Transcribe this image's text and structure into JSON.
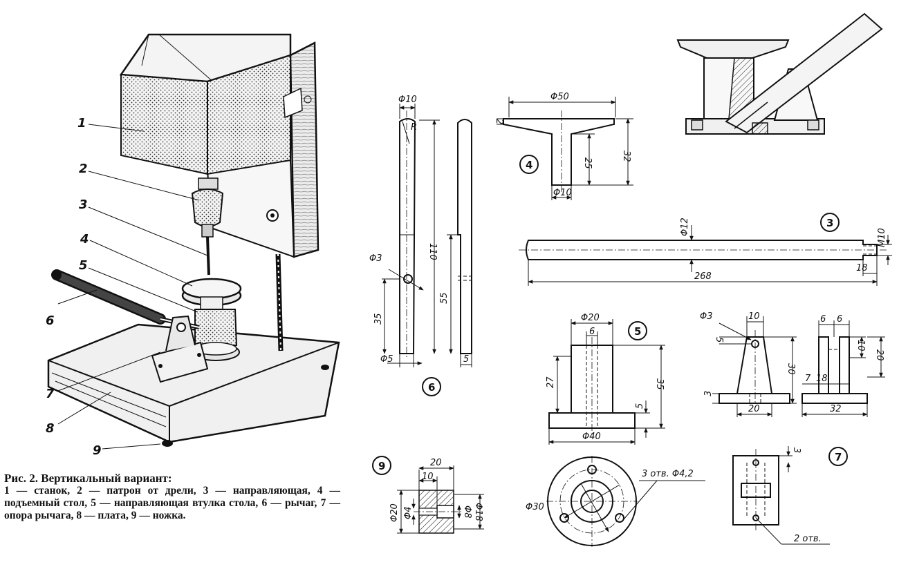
{
  "caption": {
    "title": "Рис. 2. Вертикальный вариант:",
    "body": "1 — станок, 2 — патрон от дрели, 3 — направляющая, 4 — подъемный стол, 5 — направляющая втулка стола, 6 — рычаг, 7 — опора рычага, 8 — плата, 9 — ножка."
  },
  "labels": {
    "p1": "1",
    "p2": "2",
    "p3": "3",
    "p4": "4",
    "p5": "5",
    "p6": "6",
    "p7": "7",
    "p8": "8",
    "p9": "9"
  },
  "circled": {
    "c3": "3",
    "c4": "4",
    "c5": "5",
    "c6": "6",
    "c7": "7",
    "c9": "9"
  },
  "dims": {
    "lever_d10": "Φ10",
    "lever_d3": "Φ3",
    "lever_d5": "Φ5",
    "lever_110": "110",
    "lever_35": "35",
    "lever_55": "55",
    "lever_5": "5",
    "lever_r": "R",
    "table_d50": "Φ50",
    "table_2": "2",
    "table_25": "25",
    "table_32": "32",
    "table_d10": "Φ10",
    "guide_d12": "Φ12",
    "guide_m10": "M10",
    "guide_18": "18",
    "guide_268": "268",
    "sleeve_d20": "Φ20",
    "sleeve_6": "6",
    "sleeve_27": "27",
    "sleeve_35": "35",
    "sleeve_5": "5",
    "sleeve_d40": "Φ40",
    "support_d3": "Φ3",
    "support_10": "10",
    "support_5": "5",
    "support_30": "30",
    "support_3": "3",
    "support_20": "20",
    "support_6a": "6",
    "support_6b": "6",
    "support_10b": "10",
    "support_20b": "20",
    "support_7": "7",
    "support_18": "18",
    "support_32": "32",
    "support_top_3": "3",
    "support_holes": "2 отв.",
    "foot_20": "20",
    "foot_10": "10",
    "foot_d20": "Φ20",
    "foot_d4": "Φ4",
    "foot_d8": "Φ8",
    "foot_d18": "Φ18",
    "flange_d30": "Φ30",
    "flange_holes": "3 отв. Φ4,2"
  }
}
